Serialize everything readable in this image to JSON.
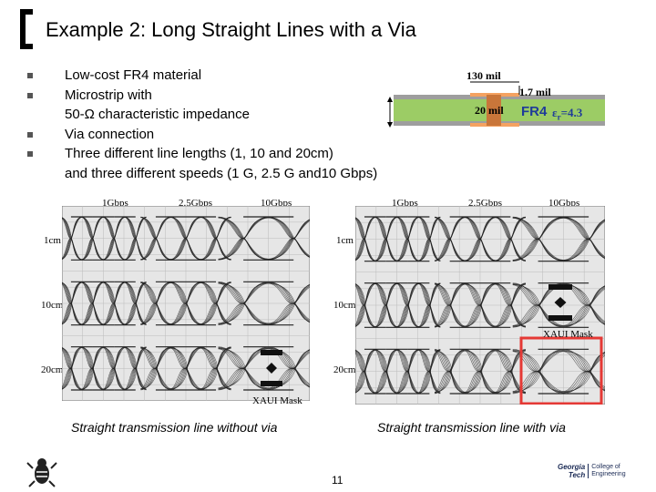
{
  "slide": {
    "title": "Example 2: Long Straight Lines with a Via",
    "bullets": [
      {
        "text": "Low-cost FR4 material"
      },
      {
        "text": "Microstrip with"
      },
      {
        "text": "50-Ω characteristic impedance",
        "indent_only": true
      },
      {
        "text": "Via connection"
      },
      {
        "text": "Three different line lengths (1, 10 and 20cm)"
      },
      {
        "text": "and three different speeds (1 G, 2.5 G and10 Gbps)",
        "indent_only": true
      }
    ],
    "page_number": "11"
  },
  "stackup": {
    "trace_width": "130 mil",
    "via_width": "20 mil",
    "thickness": "1.7 mil",
    "material": "FR4",
    "permittivity_symbol": "ε",
    "permittivity_sub": "r",
    "permittivity_value": "=4.3",
    "colors": {
      "board": "#9ccc65",
      "copper": "#f4a261",
      "via": "#c9763a",
      "ground": "#9e9e9e"
    }
  },
  "eye_diagrams": {
    "columns": [
      "1Gbps",
      "2.5Gbps",
      "10Gbps"
    ],
    "rows": [
      "1cm",
      "10cm",
      "20cm"
    ],
    "mask_label": "XAUI Mask",
    "left_caption": "Straight transmission line without via",
    "right_caption": "Straight transmission line with via",
    "highlight_color": "#e53935"
  },
  "logo": {
    "line1": "Georgia",
    "line2": "Tech",
    "line3": "College of",
    "line4": "Engineering"
  }
}
